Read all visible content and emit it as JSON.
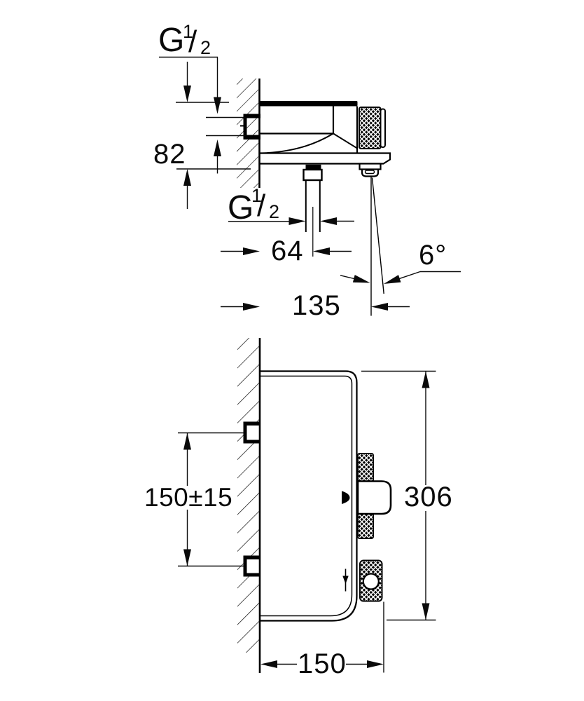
{
  "colors": {
    "background": "#ffffff",
    "ink": "#000000"
  },
  "labels": {
    "thread_inlet": {
      "g": "G",
      "numerator": "1",
      "slash": "/",
      "denominator": "2"
    },
    "thread_outlet": {
      "g": "G",
      "numerator": "1",
      "slash": "/",
      "denominator": "2"
    },
    "dim_body_height": "82",
    "dim_outlet_offset": "64",
    "dim_spout_reach": "135",
    "spray_angle": "6°",
    "dim_mount_spacing": "150±15",
    "dim_total_height": "306",
    "dim_depth": "150"
  }
}
